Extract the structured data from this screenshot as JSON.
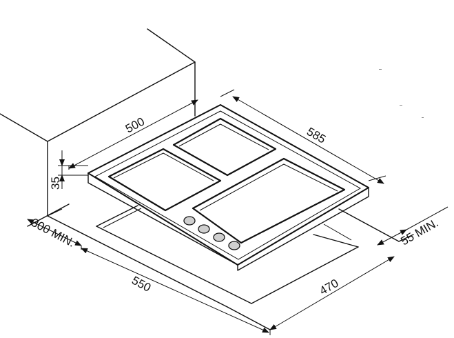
{
  "dimensions": {
    "width_top": "500",
    "depth_top": "585",
    "thickness": "35",
    "rear_clearance": "300 MIN.",
    "side_clearance": "55 MIN.",
    "cutout_width": "550",
    "cutout_depth": "470"
  },
  "knob_count": 4
}
